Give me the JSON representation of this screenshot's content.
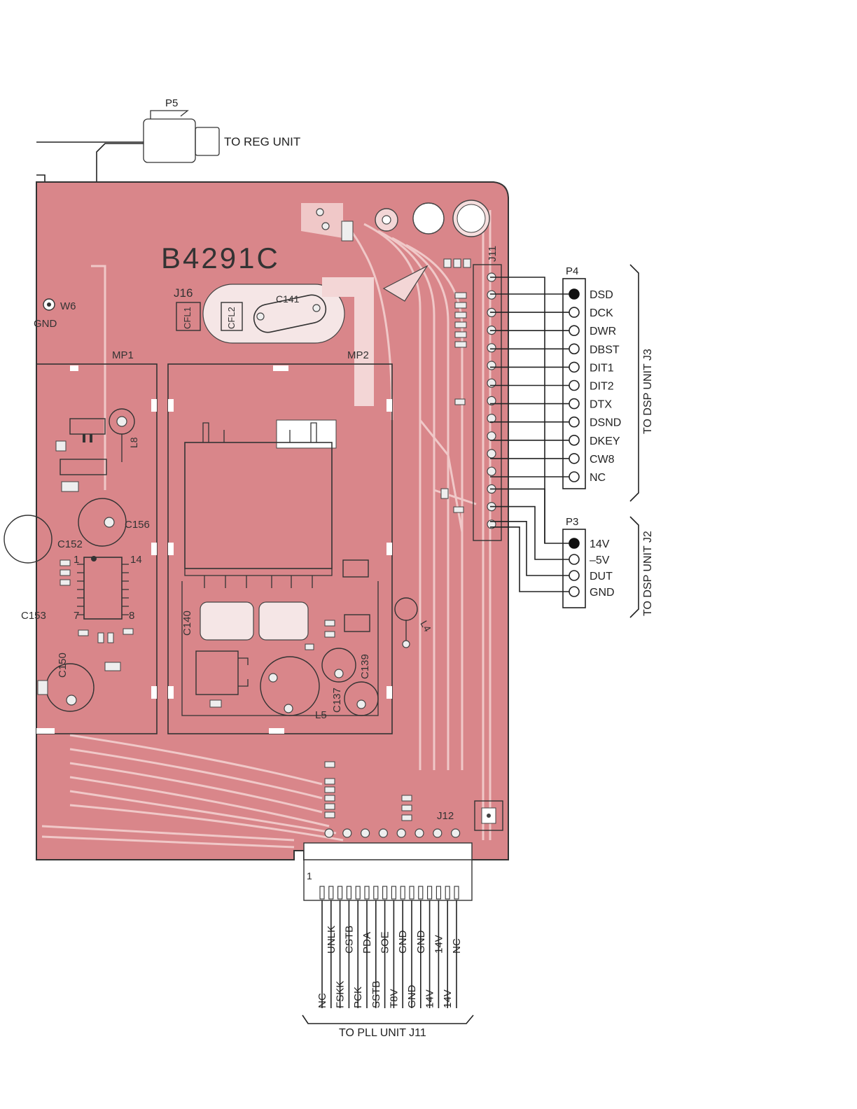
{
  "board": {
    "part_number": "B4291C",
    "color": "#d9868a",
    "refs": [
      "J16",
      "CFL1",
      "CFL2",
      "C141",
      "MP1",
      "MP2",
      "W6",
      "GND",
      "L8",
      "C156",
      "C152",
      "C153",
      "C150",
      "C140",
      "C137",
      "C139",
      "L4",
      "L5",
      "J11",
      "J12"
    ],
    "ic_pin_labels": {
      "p1": "1",
      "p14": "14",
      "p7": "7",
      "p8": "8"
    },
    "j12_pin1": "1"
  },
  "p5": {
    "name": "P5",
    "label": "TO REG UNIT"
  },
  "p4": {
    "name": "P4",
    "pins": [
      "DSD",
      "DCK",
      "DWR",
      "DBST",
      "DIT1",
      "DIT2",
      "DTX",
      "DSND",
      "DKEY",
      "CW8",
      "NC"
    ],
    "group_label": "TO DSP UNIT J3"
  },
  "p3": {
    "name": "P3",
    "pins": [
      "14V",
      "–5V",
      "DUT",
      "GND"
    ],
    "group_label": "TO DSP UNIT J2"
  },
  "j12_connector": {
    "lower_labels": [
      "NC",
      "FSKK",
      "PCK",
      "SSTB",
      "T8V",
      "GND",
      "14V",
      "14V"
    ],
    "upper_labels": [
      "UNLK",
      "CSTB",
      "PDA",
      "SOE",
      "GND",
      "GND",
      "14V",
      "NC"
    ],
    "group_label": "TO PLL UNIT J11"
  },
  "colors": {
    "wire": "#222222",
    "trace": "#f0c8c8"
  }
}
